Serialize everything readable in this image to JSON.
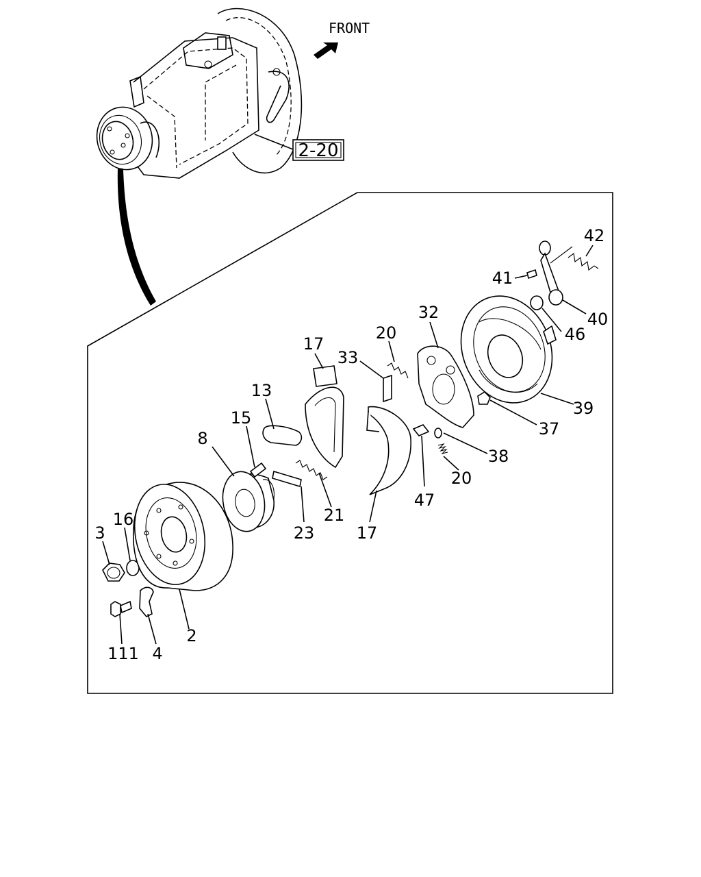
{
  "diagram": {
    "front_label": "FRONT",
    "reference_label": "2-20",
    "colors": {
      "ink": "#000000",
      "paper": "#ffffff"
    },
    "callouts": [
      {
        "id": "c3",
        "text": "3"
      },
      {
        "id": "c16",
        "text": "16"
      },
      {
        "id": "c111",
        "text": "111"
      },
      {
        "id": "c4",
        "text": "4"
      },
      {
        "id": "c2",
        "text": "2"
      },
      {
        "id": "c8",
        "text": "8"
      },
      {
        "id": "c15",
        "text": "15"
      },
      {
        "id": "c13",
        "text": "13"
      },
      {
        "id": "c17top",
        "text": "17"
      },
      {
        "id": "c17bot",
        "text": "17"
      },
      {
        "id": "c21",
        "text": "21"
      },
      {
        "id": "c23",
        "text": "23"
      },
      {
        "id": "c33",
        "text": "33"
      },
      {
        "id": "c20top",
        "text": "20"
      },
      {
        "id": "c20bot",
        "text": "20"
      },
      {
        "id": "c32",
        "text": "32"
      },
      {
        "id": "c47",
        "text": "47"
      },
      {
        "id": "c38",
        "text": "38"
      },
      {
        "id": "c37",
        "text": "37"
      },
      {
        "id": "c39",
        "text": "39"
      },
      {
        "id": "c46",
        "text": "46"
      },
      {
        "id": "c40",
        "text": "40"
      },
      {
        "id": "c41",
        "text": "41"
      },
      {
        "id": "c42",
        "text": "42"
      }
    ]
  }
}
